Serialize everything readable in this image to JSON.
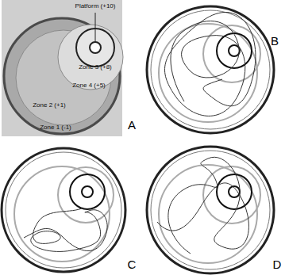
{
  "diagram": {
    "labels": [
      "Platform (+10)",
      "Zone 3 (+8)",
      "Zone 4 (+5)",
      "Zone 2 (+1)",
      "Zone 1 (-1)",
      "A",
      "B",
      "C",
      "D"
    ]
  }
}
